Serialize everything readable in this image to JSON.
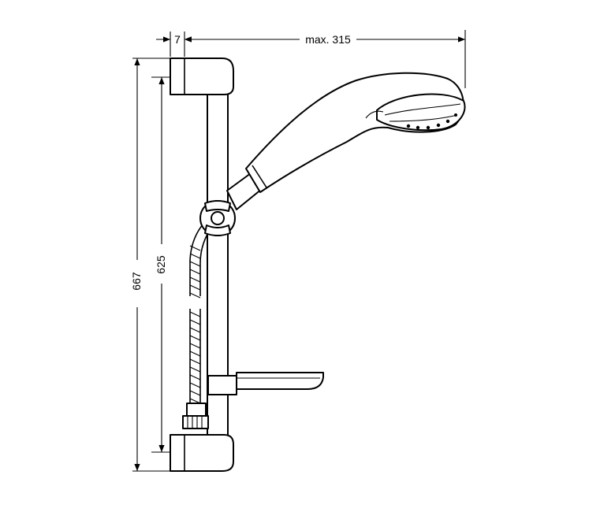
{
  "dimensions": {
    "bracket_offset": "7",
    "max_reach": "max. 315",
    "total_height": "667",
    "mount_spacing": "625"
  }
}
